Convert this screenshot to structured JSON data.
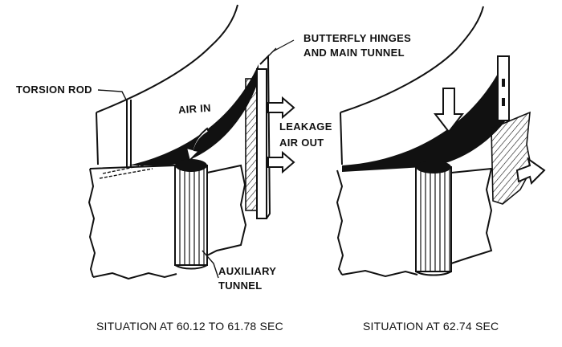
{
  "colors": {
    "ink": "#111111",
    "paper": "#ffffff"
  },
  "diagram": {
    "left_panel": {
      "labels": {
        "torsion_rod": "TORSION ROD",
        "air_in": "AIR IN",
        "butterfly_line1": "BUTTERFLY HINGES",
        "butterfly_line2": "AND MAIN TUNNEL",
        "leakage_line1": "LEAKAGE",
        "leakage_line2": "AIR OUT",
        "auxiliary_line1": "AUXILIARY",
        "auxiliary_line2": "TUNNEL"
      },
      "caption": "SITUATION AT 60.12 TO 61.78 SEC"
    },
    "right_panel": {
      "caption": "SITUATION AT 62.74 SEC"
    }
  }
}
